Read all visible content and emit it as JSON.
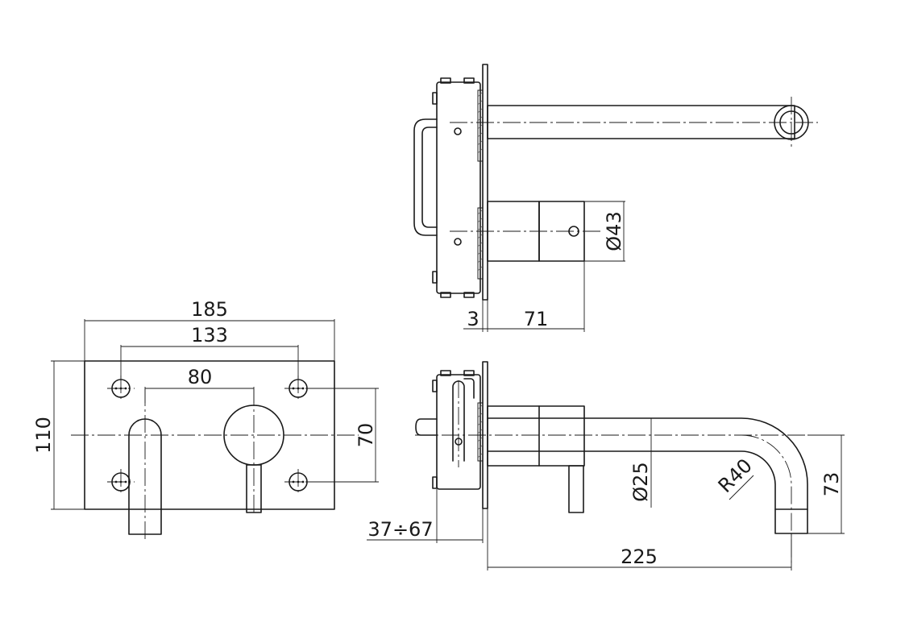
{
  "drawing": {
    "front_view": {
      "width_label": "185",
      "hole_spacing_label": "133",
      "axis_spacing_label": "80",
      "height_label": "110",
      "vertical_spacing_label": "70"
    },
    "top_view": {
      "diameter_label": "Ø43",
      "plate_thickness_label": "3",
      "body_depth_label": "71"
    },
    "side_view": {
      "spout_diameter_label": "Ø25",
      "bend_radius_label": "R40",
      "spout_drop_label": "73",
      "wall_range_label": "37÷67",
      "spout_length_label": "225"
    }
  }
}
